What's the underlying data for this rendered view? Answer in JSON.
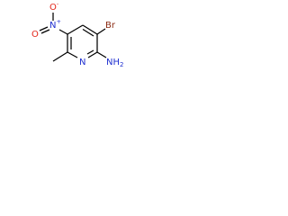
{
  "molecule": {
    "name": "",
    "atoms": {
      "bromine": {
        "symbol": "Br",
        "color": "#8b2a12"
      },
      "amine": {
        "symbol": "NH",
        "subscript": "2",
        "color": "#1f2fd0"
      },
      "ring_nitrogen": {
        "symbol": "N",
        "color": "#1f2fd0"
      },
      "nitro_nitrogen": {
        "symbol": "N",
        "charge": "+",
        "color": "#1f2fd0"
      },
      "nitro_oxygen_top": {
        "symbol": "O",
        "charge": "-",
        "color": "#e3261b"
      },
      "nitro_oxygen_left": {
        "symbol": "O",
        "color": "#e3261b"
      }
    },
    "bond_color": "#000000"
  }
}
